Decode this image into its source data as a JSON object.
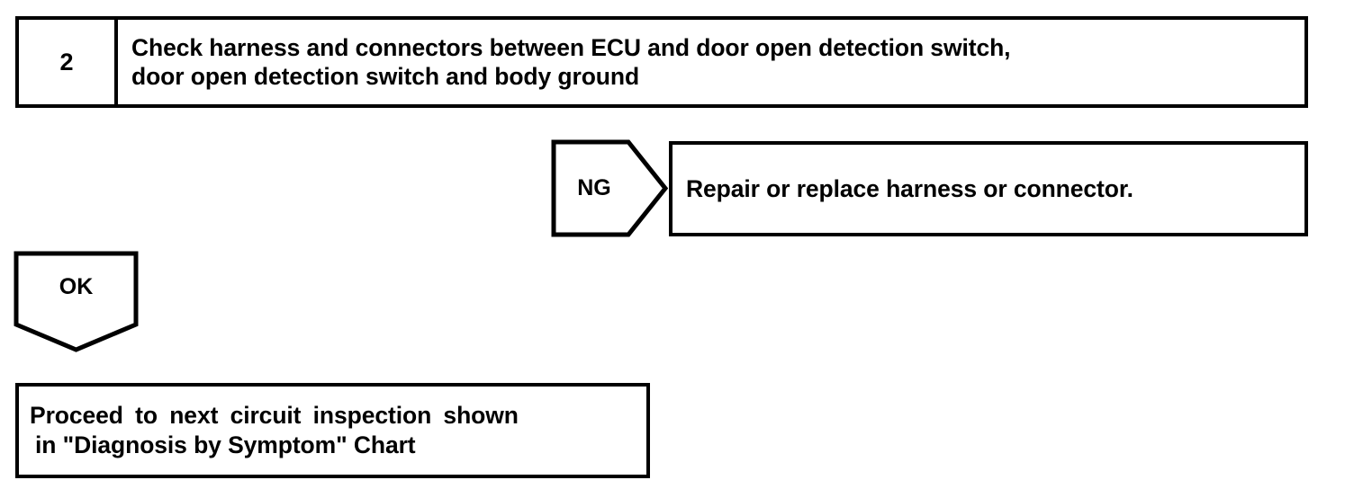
{
  "diagram": {
    "type": "troubleshooting-flowchart",
    "colors": {
      "line": "#000000",
      "background": "#ffffff",
      "text": "#000000"
    },
    "step": {
      "number": "2",
      "instruction": "Check harness and connectors between ECU and door open detection switch,\ndoor open detection switch and body ground"
    },
    "branches": {
      "ng": {
        "label": "NG",
        "direction": "right",
        "result": "Repair or replace harness or connector."
      },
      "ok": {
        "label": "OK",
        "direction": "down",
        "result_line_1": "Proceed to next circuit inspection shown",
        "result_line_2": "in \"Diagnosis by Symptom\" Chart"
      }
    }
  }
}
